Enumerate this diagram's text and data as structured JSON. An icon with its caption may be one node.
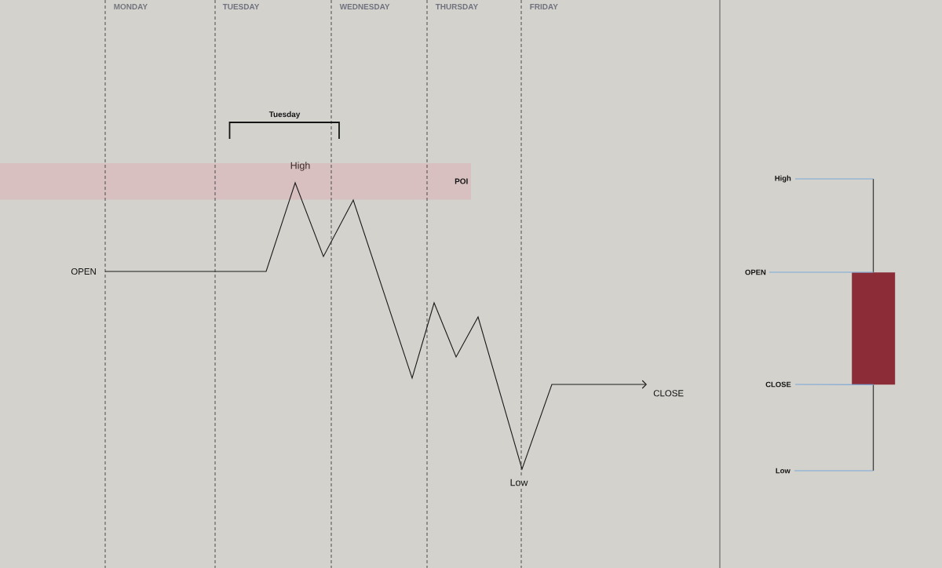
{
  "diagram": {
    "nodes": [
      {
        "text": [
          "OPEN"
        ]
      },
      {
        "text": [
          "CLOSE"
        ]
      },
      {
        "text": [
          "High"
        ]
      },
      {
        "text": [
          "OPEN"
        ]
      },
      {
        "text": [],
        "shape": "box"
      },
      {
        "text": [
          "CLOSE"
        ]
      },
      {
        "text": [
          "Low"
        ]
      }
    ],
    "edges": [
      {
        "from": 0,
        "to": 1,
        "arrow": "to",
        "color": "#1a1a1a"
      },
      {
        "from": 2,
        "to": null,
        "arrow": "none"
      },
      {
        "from": 3,
        "to": 4,
        "arrow": "none"
      },
      {
        "from": 5,
        "to": 4,
        "arrow": "none"
      },
      {
        "from": 6,
        "to": null,
        "arrow": "none"
      }
    ],
    "labels": [
      "MONDAY",
      "TUESDAY",
      "WEDNESDAY",
      "THURSDAY",
      "FRIDAY",
      "Tuesday",
      "High",
      "POI",
      "Low"
    ]
  }
}
